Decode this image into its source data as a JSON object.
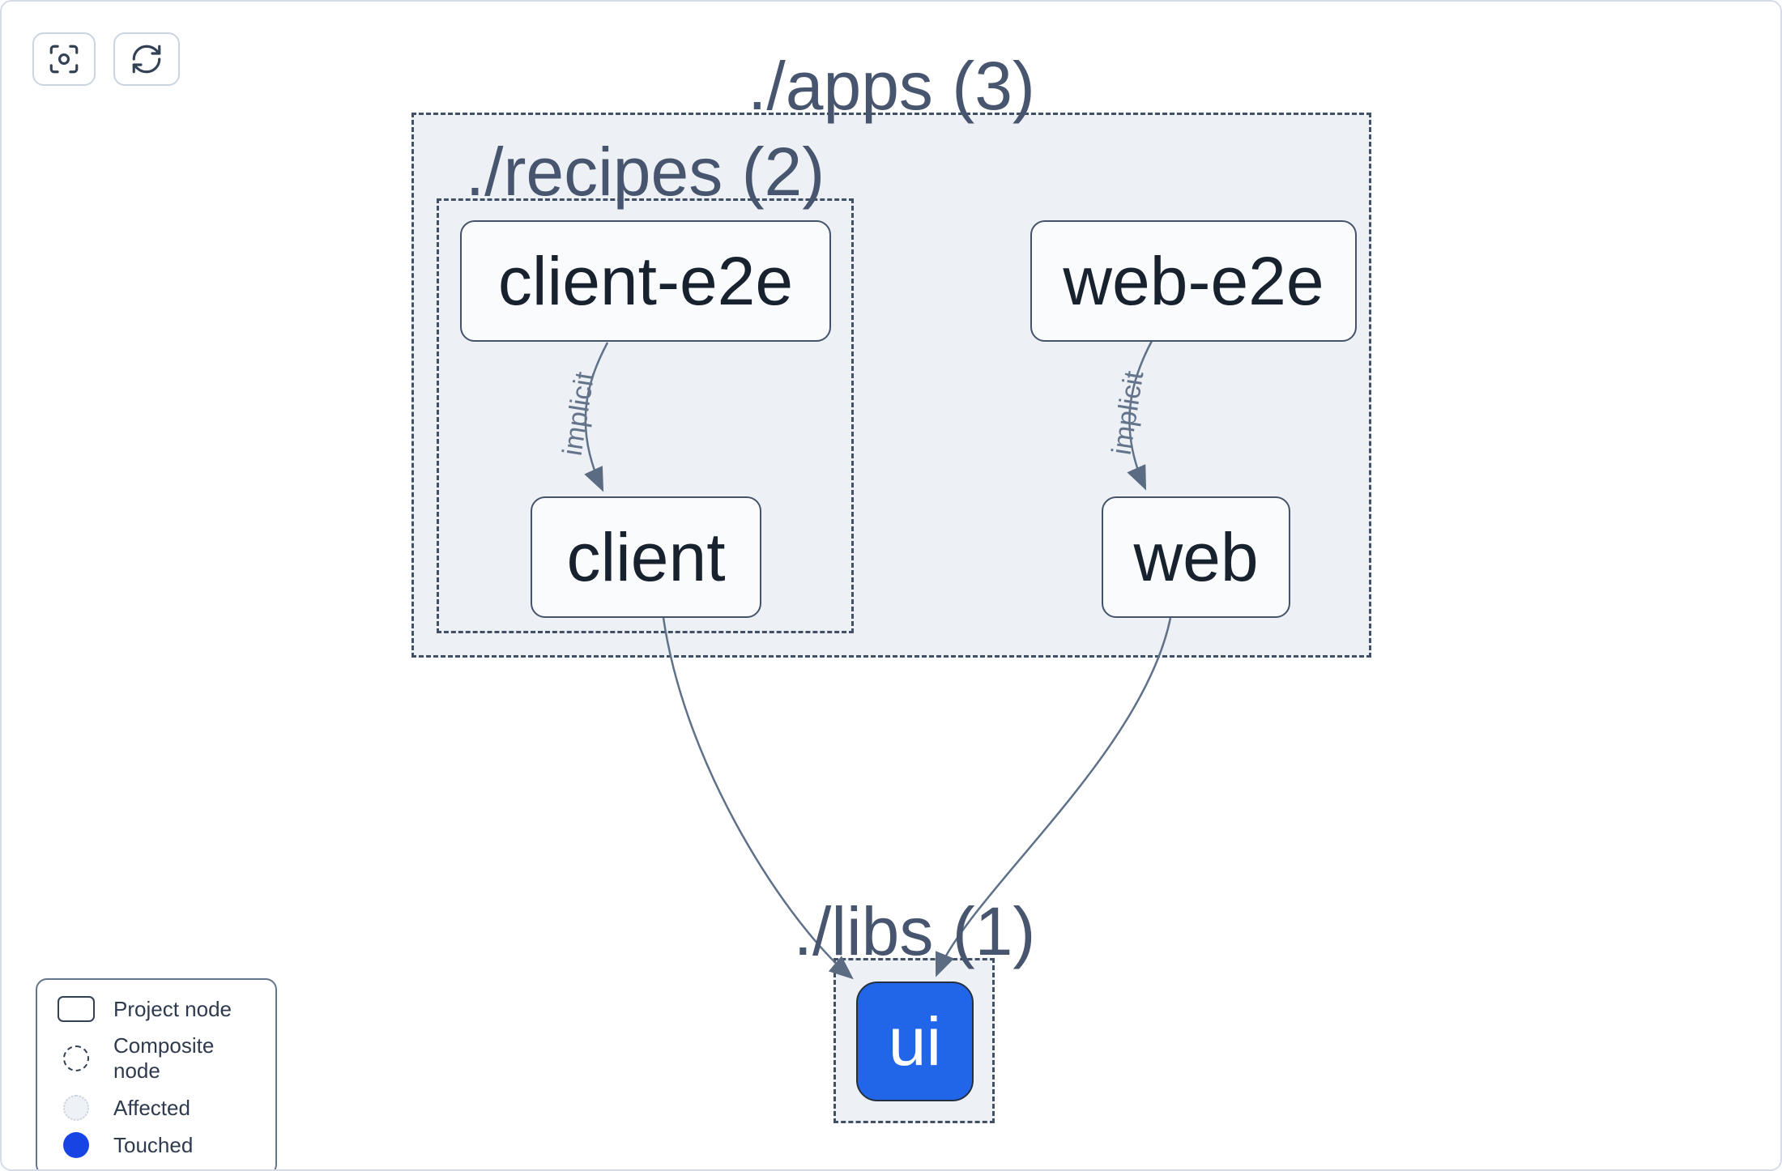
{
  "colors": {
    "canvas_border": "#d5dbe7",
    "group_border": "#425066",
    "group_fill": "#edf0f5",
    "node_border": "#44536a",
    "node_fill": "#fafbfd",
    "edge": "#5f7189",
    "touched_node_fill": "#2166e9",
    "touched_legend": "#1844e3"
  },
  "toolbar": {
    "buttons": [
      {
        "name": "zoom-to-fit",
        "icon": "focus-icon"
      },
      {
        "name": "refresh",
        "icon": "refresh-icon"
      }
    ]
  },
  "graph": {
    "groups": [
      {
        "id": "apps",
        "label": "./apps (3)",
        "type": "composite"
      },
      {
        "id": "recipes",
        "label": "./recipes (2)",
        "type": "composite"
      },
      {
        "id": "libs",
        "label": "./libs (1)",
        "type": "composite"
      }
    ],
    "nodes": [
      {
        "id": "client-e2e",
        "label": "client-e2e",
        "group": "recipes",
        "state": "normal"
      },
      {
        "id": "client",
        "label": "client",
        "group": "recipes",
        "state": "normal"
      },
      {
        "id": "web-e2e",
        "label": "web-e2e",
        "group": "apps",
        "state": "normal"
      },
      {
        "id": "web",
        "label": "web",
        "group": "apps",
        "state": "normal"
      },
      {
        "id": "ui",
        "label": "ui",
        "group": "libs",
        "state": "touched"
      }
    ],
    "edges": [
      {
        "from": "client-e2e",
        "to": "client",
        "label": "implicit"
      },
      {
        "from": "web-e2e",
        "to": "web",
        "label": "implicit"
      },
      {
        "from": "client",
        "to": "ui",
        "label": ""
      },
      {
        "from": "web",
        "to": "ui",
        "label": ""
      }
    ]
  },
  "legend": {
    "items": [
      {
        "label": "Project node",
        "swatch": "project"
      },
      {
        "label": "Composite node",
        "swatch": "composite"
      },
      {
        "label": "Affected",
        "swatch": "affected"
      },
      {
        "label": "Touched",
        "swatch": "touched"
      }
    ]
  }
}
